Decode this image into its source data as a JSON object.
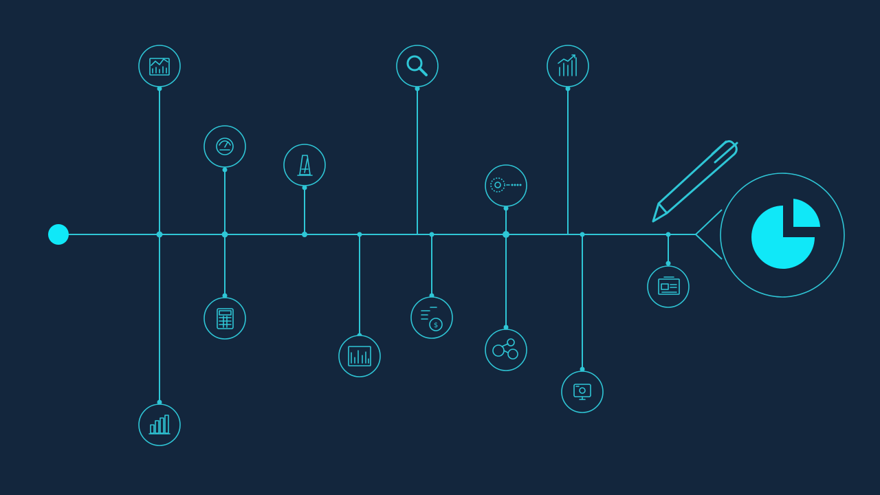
{
  "colors": {
    "background": "#13263d",
    "accent": "#2fc6d6",
    "highlight": "#10e8f8"
  },
  "nodes": [
    {
      "id": "dashboard",
      "icon": "dashboard-chart-icon"
    },
    {
      "id": "bar-chart",
      "icon": "bar-chart-icon"
    },
    {
      "id": "gauge",
      "icon": "gauge-icon"
    },
    {
      "id": "calculator",
      "icon": "calculator-icon"
    },
    {
      "id": "metronome",
      "icon": "metronome-icon"
    },
    {
      "id": "column-chart",
      "icon": "column-chart-icon"
    },
    {
      "id": "search",
      "icon": "search-icon"
    },
    {
      "id": "coins",
      "icon": "coins-icon"
    },
    {
      "id": "settings",
      "icon": "settings-icon"
    },
    {
      "id": "network",
      "icon": "network-icon"
    },
    {
      "id": "growth-chart",
      "icon": "growth-chart-icon"
    },
    {
      "id": "monitor",
      "icon": "monitor-icon"
    },
    {
      "id": "presentation",
      "icon": "presentation-icon"
    }
  ],
  "terminal": {
    "icon": "pie-chart-icon"
  },
  "pen": {
    "icon": "pen-icon"
  },
  "start": {
    "icon": "start-dot-icon"
  }
}
